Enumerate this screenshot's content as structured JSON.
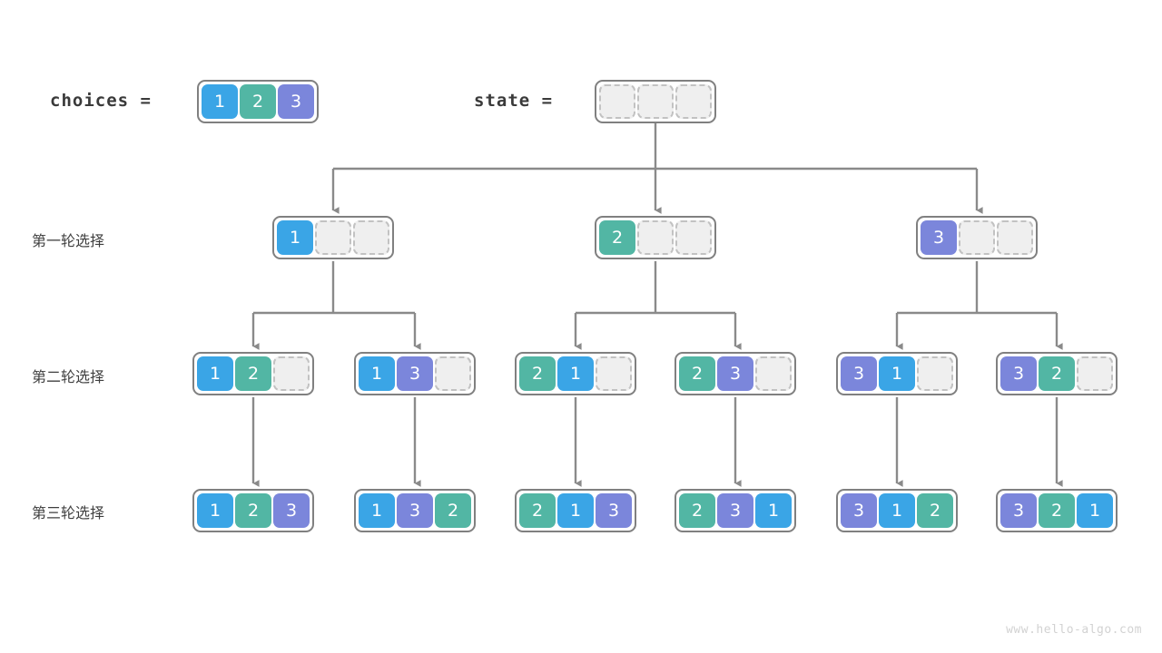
{
  "header": {
    "choices_label": "choices =",
    "state_label": "state ="
  },
  "palette": {
    "blue": "#3aa5e6",
    "teal": "#52b6a4",
    "purple": "#7b86db",
    "empty_fill": "#efefef",
    "empty_border": "#c2c2c2",
    "node_border": "#808080",
    "edge": "#8a8a8a",
    "text": "#3f3f3f"
  },
  "rows": [
    {
      "label": "第一轮选择"
    },
    {
      "label": "第二轮选择"
    },
    {
      "label": "第三轮选择"
    }
  ],
  "choices": {
    "values": [
      "1",
      "2",
      "3"
    ],
    "colors": [
      "blue",
      "teal",
      "purple"
    ]
  },
  "state": {
    "values": [
      "",
      "",
      ""
    ],
    "colors": [
      "empty",
      "empty",
      "empty"
    ]
  },
  "tree": {
    "level1": [
      {
        "values": [
          "1",
          "",
          ""
        ],
        "colors": [
          "blue",
          "empty",
          "empty"
        ]
      },
      {
        "values": [
          "2",
          "",
          ""
        ],
        "colors": [
          "teal",
          "empty",
          "empty"
        ]
      },
      {
        "values": [
          "3",
          "",
          ""
        ],
        "colors": [
          "purple",
          "empty",
          "empty"
        ]
      }
    ],
    "level2": [
      {
        "values": [
          "1",
          "2",
          ""
        ],
        "colors": [
          "blue",
          "teal",
          "empty"
        ]
      },
      {
        "values": [
          "1",
          "3",
          ""
        ],
        "colors": [
          "blue",
          "purple",
          "empty"
        ]
      },
      {
        "values": [
          "2",
          "1",
          ""
        ],
        "colors": [
          "teal",
          "blue",
          "empty"
        ]
      },
      {
        "values": [
          "2",
          "3",
          ""
        ],
        "colors": [
          "teal",
          "purple",
          "empty"
        ]
      },
      {
        "values": [
          "3",
          "1",
          ""
        ],
        "colors": [
          "purple",
          "blue",
          "empty"
        ]
      },
      {
        "values": [
          "3",
          "2",
          ""
        ],
        "colors": [
          "purple",
          "teal",
          "empty"
        ]
      }
    ],
    "level3": [
      {
        "values": [
          "1",
          "2",
          "3"
        ],
        "colors": [
          "blue",
          "teal",
          "purple"
        ]
      },
      {
        "values": [
          "1",
          "3",
          "2"
        ],
        "colors": [
          "blue",
          "purple",
          "teal"
        ]
      },
      {
        "values": [
          "2",
          "1",
          "3"
        ],
        "colors": [
          "teal",
          "blue",
          "purple"
        ]
      },
      {
        "values": [
          "2",
          "3",
          "1"
        ],
        "colors": [
          "teal",
          "purple",
          "blue"
        ]
      },
      {
        "values": [
          "3",
          "1",
          "2"
        ],
        "colors": [
          "purple",
          "blue",
          "teal"
        ]
      },
      {
        "values": [
          "3",
          "2",
          "1"
        ],
        "colors": [
          "purple",
          "teal",
          "blue"
        ]
      }
    ]
  },
  "watermark": "www.hello-algo.com"
}
